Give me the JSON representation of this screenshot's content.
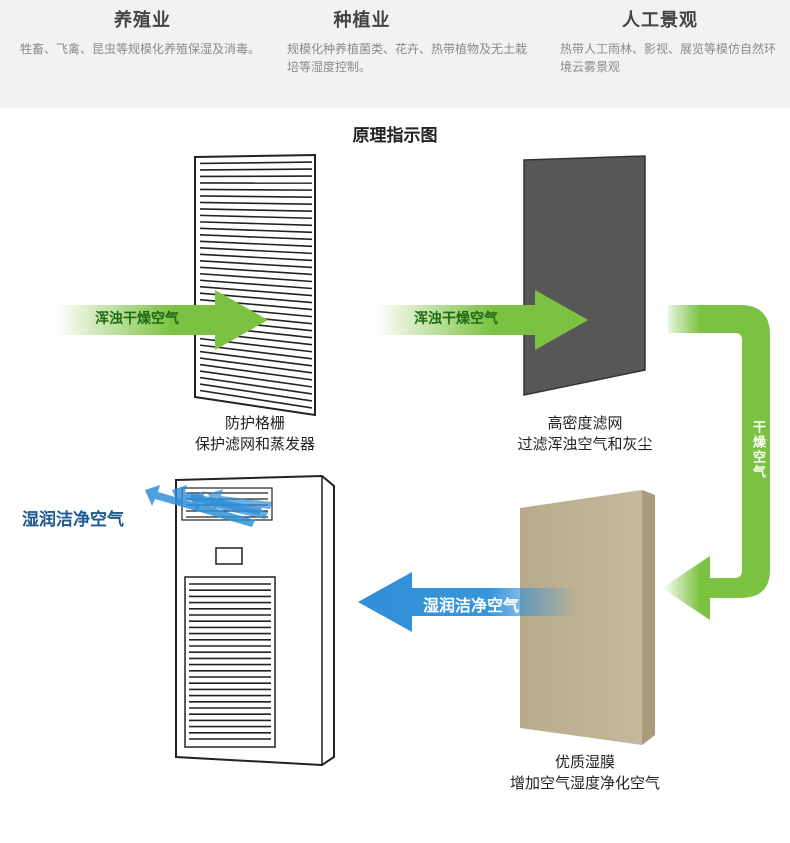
{
  "applications": [
    {
      "title": "养殖业",
      "desc": "牲畜、飞禽、昆虫等规模化养殖保湿及消毒。"
    },
    {
      "title": "种植业",
      "desc": "规模化种养植菌类、花卉、热带植物及无土栽培等湿度控制。"
    },
    {
      "title": "人工景观",
      "desc": "热带人工雨林、影视、展览等模仿自然环境云雾景观"
    }
  ],
  "diagram": {
    "title": "原理指示图",
    "arrow_dirty_1": "浑浊干燥空气",
    "arrow_dirty_2": "浑浊干燥空气",
    "arrow_dry": "干燥空气",
    "arrow_clean": "湿润洁净空气",
    "outlet_label": "湿润洁净空气",
    "grille_caption": [
      "防护格栅",
      "保护滤网和蒸发器"
    ],
    "filter_caption": [
      "高密度滤网",
      "过滤浑浊空气和灰尘"
    ],
    "membrane_caption": [
      "优质湿膜",
      "增加空气湿度净化空气"
    ]
  },
  "colors": {
    "green": "#7cc242",
    "blue": "#2f8fd8",
    "filter": "#555555",
    "membrane": "#bfb394"
  }
}
